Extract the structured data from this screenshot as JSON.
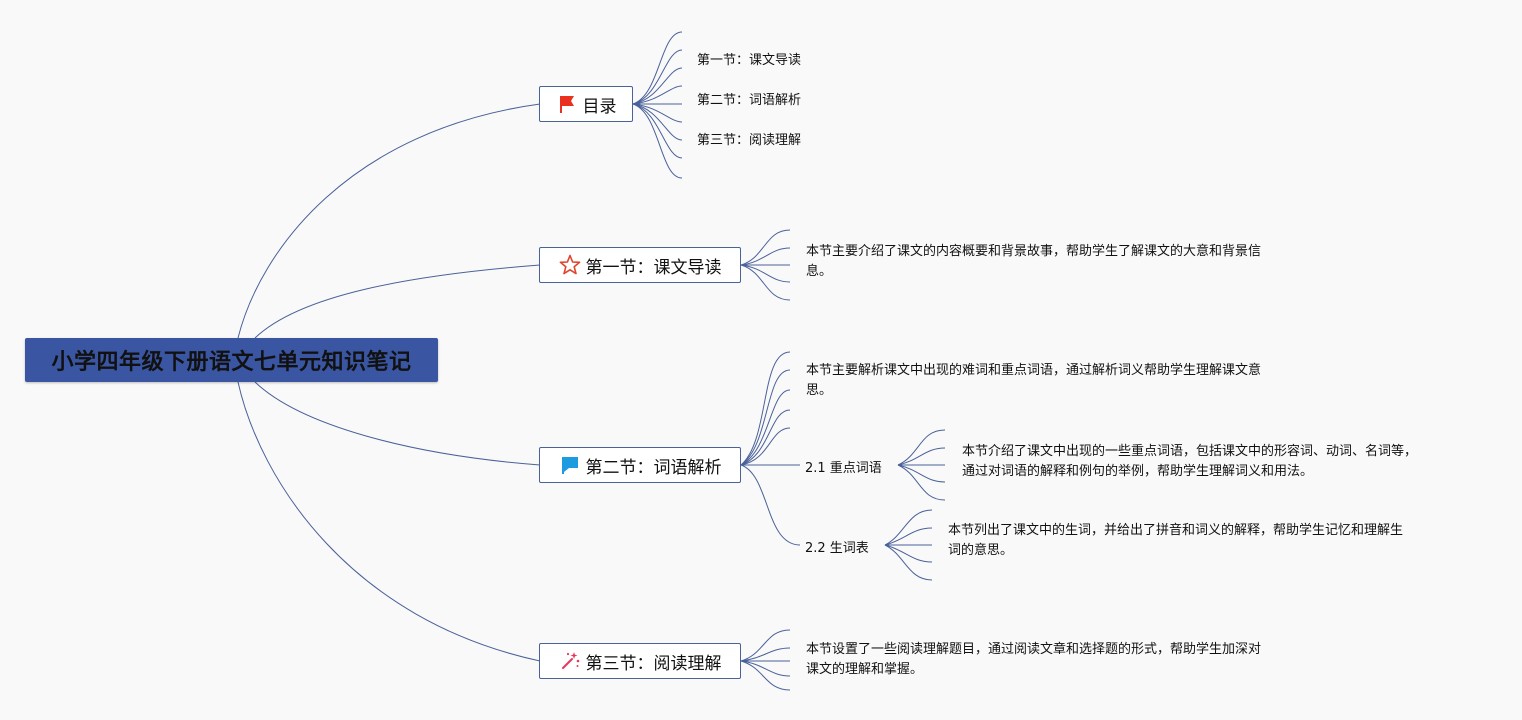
{
  "root": {
    "title": "小学四年级下册语文七单元知识笔记"
  },
  "branches": {
    "toc": {
      "label": "目录",
      "icon": "red-flag-icon",
      "items": [
        "第一节：课文导读",
        "第二节：词语解析",
        "第三节：阅读理解"
      ]
    },
    "section1": {
      "label": "第一节：课文导读",
      "icon": "star-outline-icon",
      "desc_line1": "本节主要介绍了课文的内容概要和背景故事，帮助学生了解课文的大意和背景信",
      "desc_line2": "息。"
    },
    "section2": {
      "label": "第二节：词语解析",
      "icon": "blue-flag-icon",
      "desc_line1": "本节主要解析课文中出现的难词和重点词语，通过解析词义帮助学生理解课文意",
      "desc_line2": "思。",
      "sub1": {
        "label": "2.1 重点词语",
        "desc_line1": "本节介绍了课文中出现的一些重点词语，包括课文中的形容词、动词、名词等，",
        "desc_line2": "通过对词语的解释和例句的举例，帮助学生理解词义和用法。"
      },
      "sub2": {
        "label": "2.2 生词表",
        "desc_line1": "本节列出了课文中的生词，并给出了拼音和词义的解释，帮助学生记忆和理解生",
        "desc_line2": "词的意思。"
      }
    },
    "section3": {
      "label": "第三节：阅读理解",
      "icon": "magic-wand-sparkle-icon",
      "desc_line1": "本节设置了一些阅读理解题目，通过阅读文章和选择题的形式，帮助学生加深对",
      "desc_line2": "课文的理解和掌握。"
    }
  },
  "colors": {
    "root_fill": "#3a56a2",
    "connector": "#4a6199",
    "red_flag": "#e8321f",
    "blue_flag": "#1c9be0",
    "star": "#e0442b",
    "wand": "#e63a5a"
  }
}
